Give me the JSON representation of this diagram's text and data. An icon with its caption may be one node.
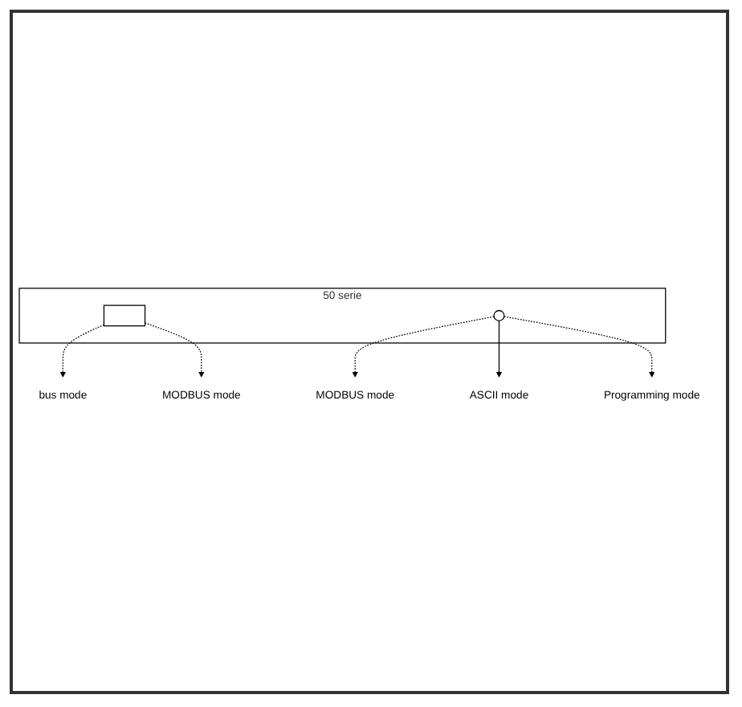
{
  "diagram": {
    "nodes": [
      {
        "text": [
          "50 serie"
        ]
      },
      {
        "text": [],
        "shape": "box",
        "in": 0
      },
      {
        "text": [],
        "shape": "circle",
        "in": 0
      },
      {
        "text": [
          "bus mode"
        ]
      },
      {
        "text": [
          "MODBUS mode"
        ]
      },
      {
        "text": [
          "MODBUS mode"
        ]
      },
      {
        "text": [
          "ASCII mode"
        ]
      },
      {
        "text": [
          "Programming mode"
        ]
      }
    ],
    "edges": [
      {
        "from": 1,
        "to": 3,
        "arrow": "to",
        "style": "dashed"
      },
      {
        "from": 1,
        "to": 4,
        "arrow": "to",
        "style": "dashed"
      },
      {
        "from": 2,
        "to": 5,
        "arrow": "to",
        "style": "dashed"
      },
      {
        "from": 2,
        "to": 6,
        "arrow": "to"
      },
      {
        "from": 2,
        "to": 7,
        "arrow": "to",
        "style": "dashed"
      }
    ]
  }
}
